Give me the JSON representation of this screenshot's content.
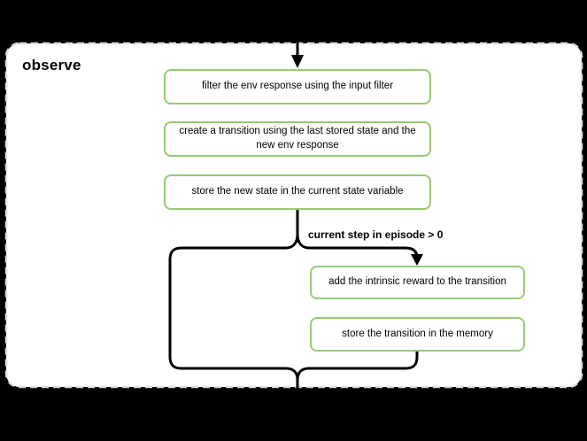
{
  "panel": {
    "title": "observe"
  },
  "nodes": [
    {
      "id": "filter-env-response",
      "label": "filter the env response using the input filter"
    },
    {
      "id": "create-transition",
      "label": [
        "create a transition using the last stored state and the",
        "new env response"
      ]
    },
    {
      "id": "store-new-state",
      "label": "store the new state in the current state variable"
    },
    {
      "id": "add-intrinsic-reward",
      "label": "add the intrinsic reward to the transition"
    },
    {
      "id": "store-transition",
      "label": "store the transition in the memory"
    }
  ],
  "branch": {
    "condition_label": "current step in episode > 0"
  },
  "colors": {
    "background": "#000000",
    "panel_bg": "#ffffff",
    "panel_border": "#dedede",
    "node_border": "#97cb73",
    "node_bg": "#ffffff",
    "line": "#000000",
    "text": "#000000"
  }
}
